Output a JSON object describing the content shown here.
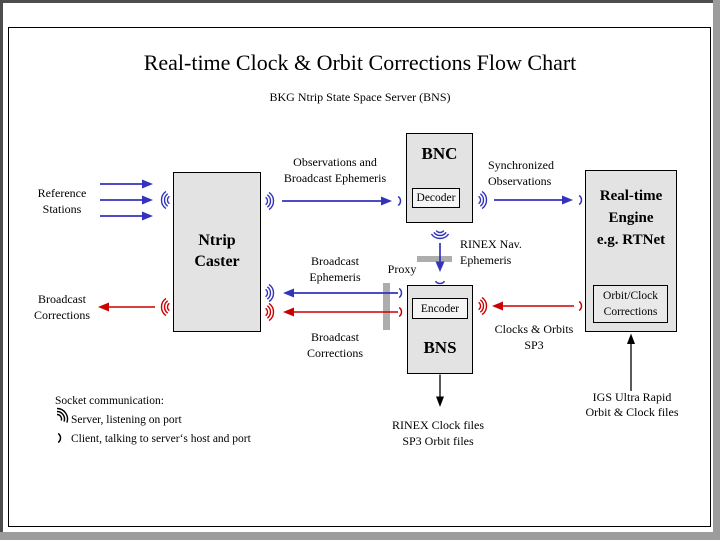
{
  "title": "Real-time Clock & Orbit Corrections Flow Chart",
  "subtitle": "BKG Ntrip State Space Server (BNS)",
  "colors": {
    "blue_flow": "#3333bb",
    "red_flow": "#cc0000",
    "black_flow": "#000000",
    "box_fill": "#e3e3e3",
    "proxy_bar": "#adadad",
    "frame_dark": "#4d4d4d",
    "frame_light": "#9c9c9c"
  },
  "nodes": {
    "ntrip_caster": {
      "label": "Ntrip\nCaster"
    },
    "bnc": {
      "label": "BNC",
      "sub": "Decoder"
    },
    "bns": {
      "label": "BNS",
      "sub": "Encoder"
    },
    "engine": {
      "label": "Real-time\nEngine\ne.g. RTNet",
      "sub": "Orbit/Clock\nCorrections"
    }
  },
  "labels": {
    "reference_stations": "Reference\nStations",
    "broadcast_corrections_left": "Broadcast\nCorrections",
    "observations_and_ephemeris": "Observations and\nBroadcast Ephemeris",
    "synchronized_observations": "Synchronized\nObservations",
    "rinex_nav_ephemeris": "RINEX Nav.\nEphemeris",
    "proxy": "Proxy",
    "broadcast_ephemeris": "Broadcast\nEphemeris",
    "broadcast_corrections_mid": "Broadcast\nCorrections",
    "clocks_orbits_sp3": "Clocks & Orbits\nSP3",
    "rinex_clock_files": "RINEX Clock files\nSP3 Orbit files",
    "igs_ultra_rapid": "IGS Ultra Rapid\nOrbit & Clock files"
  },
  "legend": {
    "title": "Socket communication:",
    "server": "Server, listening on port",
    "client": "Client, talking to server‘s host and port",
    "server_icon": "socket-server-waves-icon",
    "client_icon": "socket-client-arc-icon"
  }
}
